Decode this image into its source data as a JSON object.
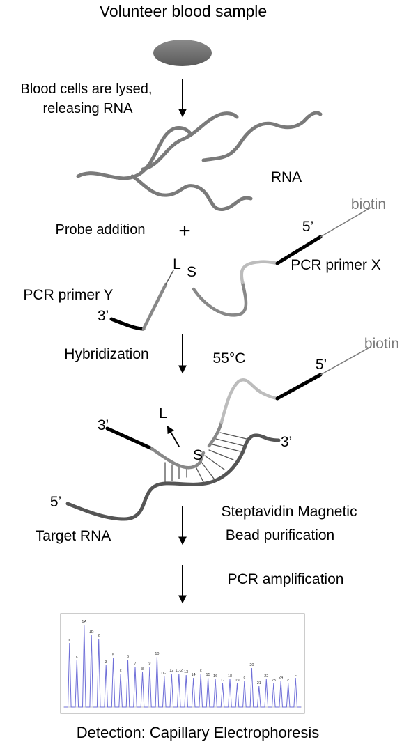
{
  "title": "Volunteer blood sample",
  "steps": {
    "lysis_line1": "Blood cells are lysed,",
    "lysis_line2": "releasing RNA",
    "rna": "RNA",
    "probe_addition": "Probe addition",
    "plus": "+",
    "hybridization": "Hybridization",
    "temperature": "55°C",
    "purification_line1": "Steptavidin Magnetic",
    "purification_line2": "Bead purification",
    "pcr_amplification": "PCR amplification",
    "detection": "Detection: Capillary Electrophoresis"
  },
  "probes": {
    "primer_x": "PCR primer X",
    "primer_y": "PCR primer Y",
    "biotin": "biotin",
    "five_prime": "5’",
    "three_prime": "3’",
    "L": "L",
    "S": "S",
    "target_rna": "Target RNA"
  },
  "electropherogram": {
    "peak_labels": [
      "c",
      "c",
      "1A",
      "1B",
      "2",
      "3",
      "5",
      "c",
      "6",
      "7",
      "8",
      "9",
      "10",
      "11-1",
      "12",
      "11-2",
      "13",
      "14",
      "c",
      "15",
      "16",
      "17",
      "18",
      "19",
      "c",
      "20",
      "21",
      "22",
      "23",
      "24",
      "c",
      "c"
    ],
    "colors": {
      "trace": "#6f6fd8",
      "frame": "#9a9a9a"
    }
  },
  "colors": {
    "black": "#000000",
    "strand_dark": "#555555",
    "strand_mid": "#7a7a7a",
    "strand_light": "#bcbcbc",
    "biotin": "#7a7a7a",
    "blood": "#6e6e6e"
  }
}
